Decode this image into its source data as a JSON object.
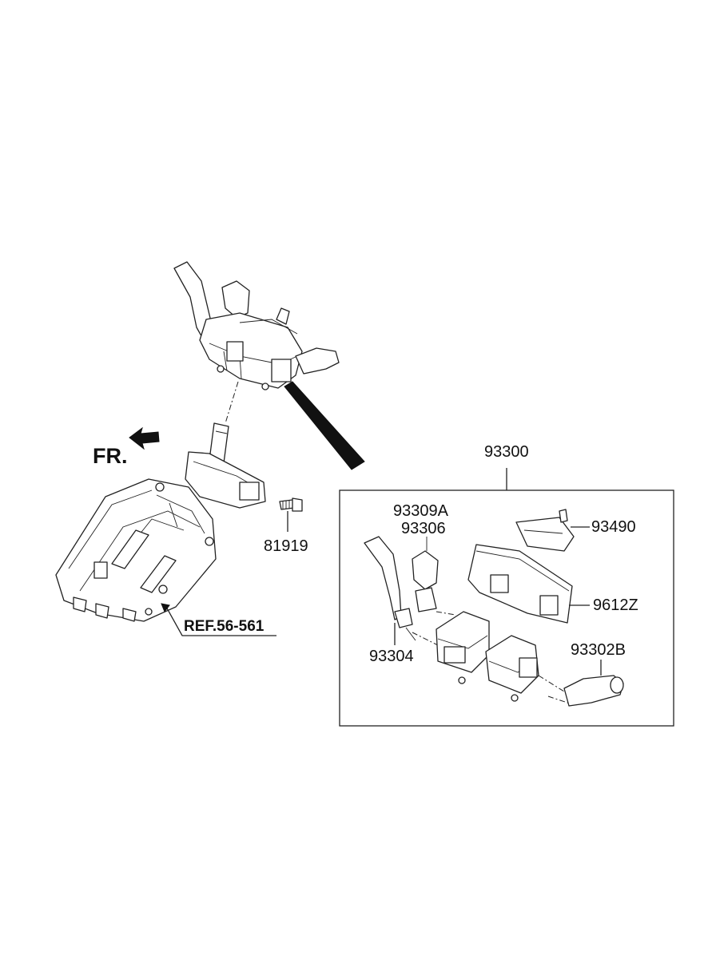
{
  "direction_label": "FR.",
  "reference_label": "REF.56-561",
  "assembly_number": "93300",
  "part_numbers": {
    "bolt": "81919",
    "wiper_cover": "93309A",
    "switch_body": "93306",
    "clock_spring": "93490",
    "module": "9612Z",
    "lever_left": "93304",
    "lever_right": "93302B"
  },
  "colors": {
    "line": "#222222",
    "background": "#ffffff"
  }
}
